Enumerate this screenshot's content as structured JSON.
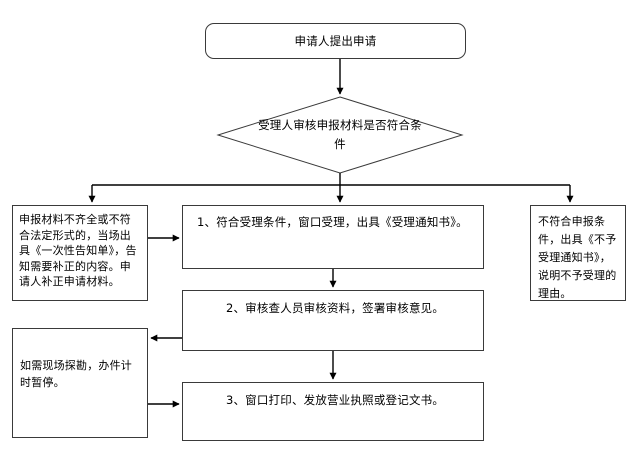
{
  "diagram": {
    "type": "flowchart",
    "title": "",
    "orientation": "top-to-bottom",
    "line_color": "#3a3a3a",
    "fill_color": "#ffffff",
    "text_color": "#000000"
  },
  "nodes": {
    "start": {
      "shape": "rounded-rectangle",
      "label": "申请人提出申请"
    },
    "decision": {
      "shape": "diamond",
      "label": "受理人审核申报材料是否符合条件"
    },
    "left_incomplete": {
      "shape": "rectangle",
      "label": "申报材料不齐全或不符合法定形式的，当场出具《一次性告知单》，告知需要补正的内容。申请人补正申请材料。"
    },
    "step1": {
      "shape": "rectangle",
      "label": "1、符合受理条件，窗口受理，出具《受理通知书》。"
    },
    "step2": {
      "shape": "rectangle",
      "label": "2、审核查人员审核资料，签署审核意见。"
    },
    "step3": {
      "shape": "rectangle",
      "label": "3、窗口打印、发放营业执照或登记文书。"
    },
    "right_reject": {
      "shape": "rectangle",
      "label": "不符合申报条件，出具《不予受理通知书》，说明不予受理的理由。"
    },
    "survey": {
      "shape": "rectangle",
      "label": "如需现场探勘，办件计时暂停。"
    }
  },
  "edges": [
    {
      "from": "start",
      "to": "decision",
      "label": ""
    },
    {
      "from": "decision",
      "to": "left_incomplete",
      "label": ""
    },
    {
      "from": "decision",
      "to": "step1",
      "label": ""
    },
    {
      "from": "decision",
      "to": "right_reject",
      "label": ""
    },
    {
      "from": "left_incomplete",
      "to": "step1",
      "label": ""
    },
    {
      "from": "step1",
      "to": "step2",
      "label": ""
    },
    {
      "from": "step2",
      "to": "step3",
      "label": ""
    },
    {
      "from": "step2",
      "to": "survey",
      "label": ""
    },
    {
      "from": "survey",
      "to": "step3",
      "label": ""
    }
  ]
}
